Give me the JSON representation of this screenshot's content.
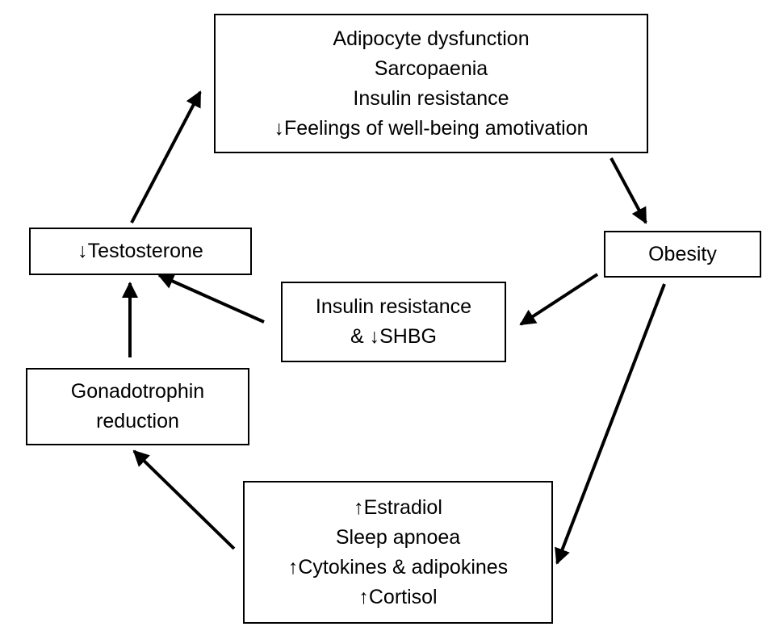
{
  "nodes": {
    "top": {
      "lines": [
        "Adipocyte dysfunction",
        "Sarcopaenia",
        "Insulin resistance",
        "↓Feelings of well-being amotivation"
      ]
    },
    "obesity": {
      "lines": [
        "Obesity"
      ]
    },
    "insulin_shbg": {
      "lines": [
        "Insulin resistance",
        "& ↓SHBG"
      ]
    },
    "testosterone": {
      "lines": [
        "↓Testosterone"
      ]
    },
    "gonadotrophin": {
      "lines": [
        "Gonadotrophin",
        "reduction"
      ]
    },
    "bottom": {
      "lines": [
        "↑Estradiol",
        "Sleep apnoea",
        "↑Cytokines & adipokines",
        "↑Cortisol"
      ]
    }
  }
}
